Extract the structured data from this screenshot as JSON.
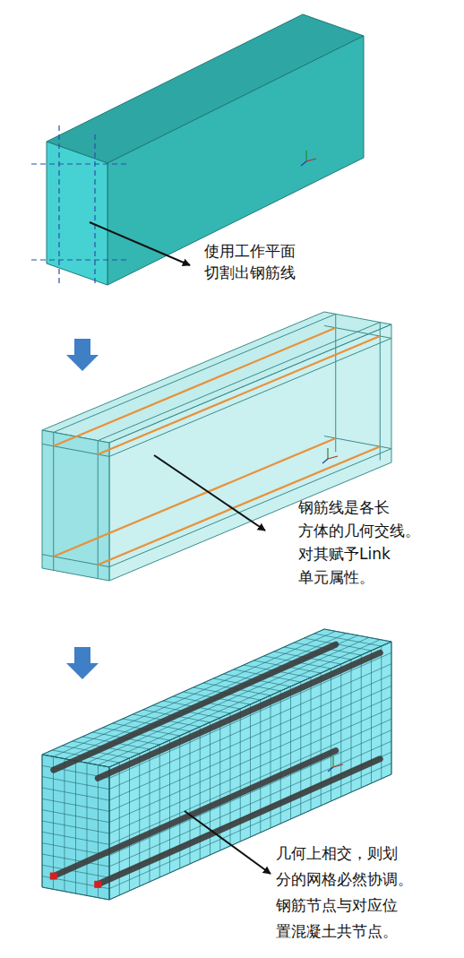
{
  "diagram": {
    "labels": [
      "使用工作平面 切割出钢筋线",
      "钢筋线是各长 方体的几何交线。 对其赋予Link 单元属性。",
      "几何上相交，则划 分的网格必然协调。 钢筋节点与对应位 置混凝土共节点。"
    ]
  }
}
